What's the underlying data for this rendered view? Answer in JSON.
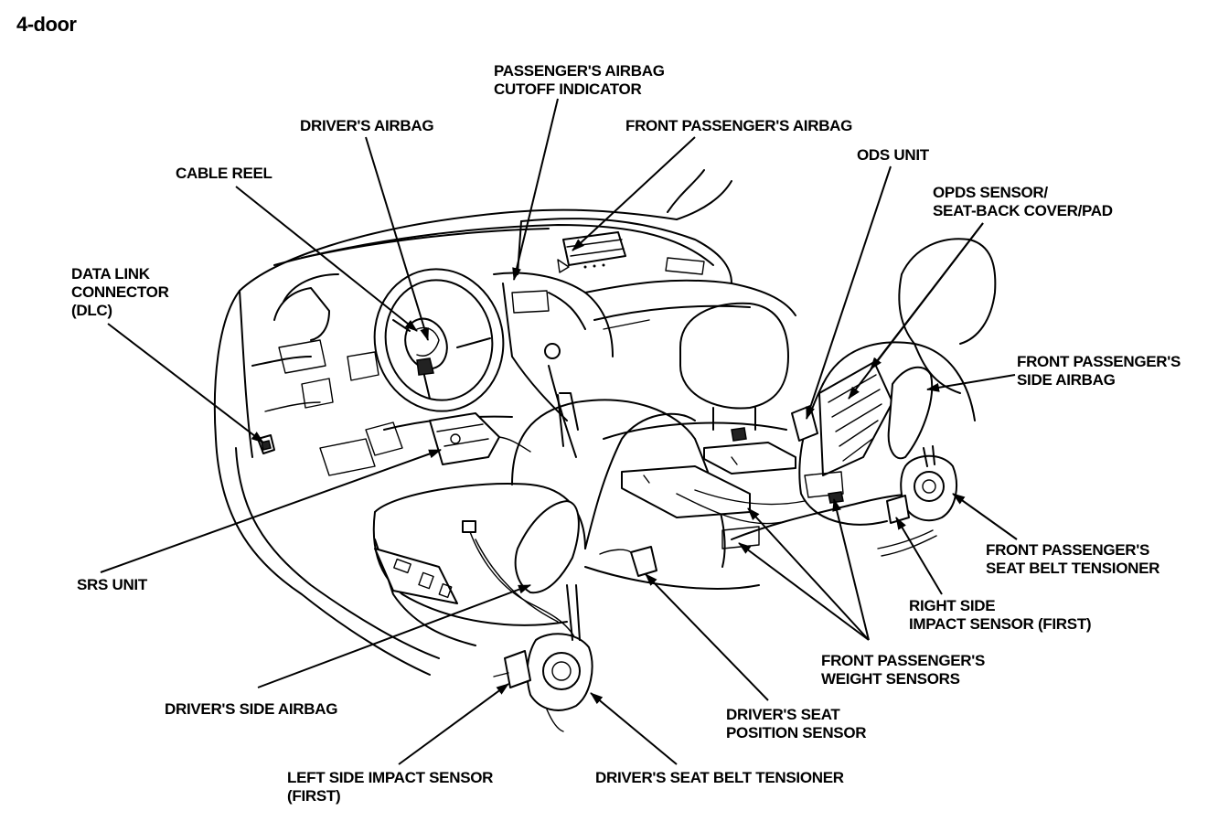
{
  "title": "4-door",
  "labels": {
    "passenger_airbag_cutoff": [
      "PASSENGER'S AIRBAG",
      "CUTOFF INDICATOR"
    ],
    "drivers_airbag": [
      "DRIVER'S AIRBAG"
    ],
    "front_passenger_airbag": [
      "FRONT PASSENGER'S AIRBAG"
    ],
    "ods_unit": [
      "ODS UNIT"
    ],
    "cable_reel": [
      "CABLE REEL"
    ],
    "opds_sensor": [
      "OPDS SENSOR/",
      "SEAT-BACK COVER/PAD"
    ],
    "data_link_connector": [
      "DATA LINK",
      "CONNECTOR",
      "(DLC)"
    ],
    "front_passenger_side_airbag": [
      "FRONT PASSENGER'S",
      "SIDE AIRBAG"
    ],
    "front_passenger_seat_belt_tensioner": [
      "FRONT PASSENGER'S",
      "SEAT BELT TENSIONER"
    ],
    "srs_unit": [
      "SRS UNIT"
    ],
    "right_side_impact_sensor": [
      "RIGHT SIDE",
      "IMPACT SENSOR (FIRST)"
    ],
    "front_passenger_weight_sensors": [
      "FRONT PASSENGER'S",
      "WEIGHT SENSORS"
    ],
    "drivers_side_airbag": [
      "DRIVER'S SIDE AIRBAG"
    ],
    "drivers_seat_position_sensor": [
      "DRIVER'S SEAT",
      "POSITION SENSOR"
    ],
    "left_side_impact_sensor": [
      "LEFT SIDE IMPACT SENSOR",
      "(FIRST)"
    ],
    "drivers_seat_belt_tensioner": [
      "DRIVER'S SEAT BELT TENSIONER"
    ]
  }
}
